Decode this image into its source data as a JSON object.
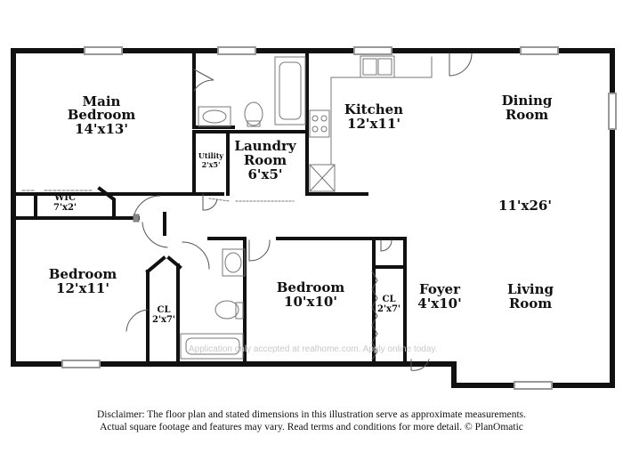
{
  "rooms": {
    "main_bedroom": {
      "name1": "Main",
      "name2": "Bedroom",
      "dims": "14'x13'"
    },
    "wic": {
      "name": "WIC",
      "dims": "7'x2'"
    },
    "utility": {
      "name": "Utility",
      "dims": "2'x5'"
    },
    "laundry": {
      "name1": "Laundry",
      "name2": "Room",
      "dims": "6'x5'"
    },
    "kitchen": {
      "name": "Kitchen",
      "dims": "12'x11'"
    },
    "dining": {
      "name1": "Dining",
      "name2": "Room"
    },
    "living_dims": "11'x26'",
    "bedroom_left": {
      "name": "Bedroom",
      "dims": "12'x11'"
    },
    "closet_left": {
      "name": "CL",
      "dims": "2'x7'"
    },
    "bedroom_mid": {
      "name": "Bedroom",
      "dims": "10'x10'"
    },
    "closet_mid": {
      "name": "CL",
      "dims": "2'x7'"
    },
    "foyer": {
      "name": "Foyer",
      "dims": "4'x10'"
    },
    "living": {
      "name1": "Living",
      "name2": "Room"
    }
  },
  "watermark": "Application only accepted at realhome.com. Apply online today.",
  "disclaimer": {
    "line1": "Disclaimer: The floor plan and stated dimensions in this illustration serve as approximate measurements.",
    "line2": "Actual square footage and features may vary. Read terms and conditions for more detail. © PlanOmatic"
  }
}
